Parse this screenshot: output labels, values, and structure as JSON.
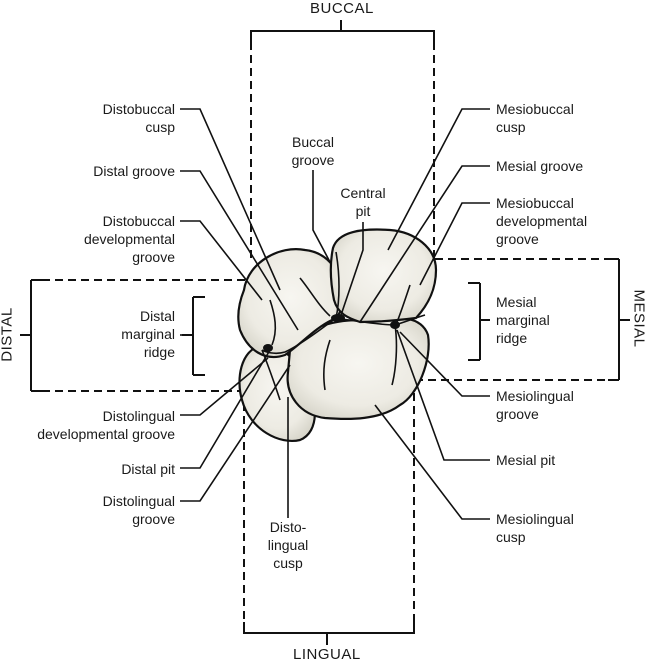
{
  "diagram": {
    "title": "Occlusal view of maxillary molar — anatomical landmarks",
    "directions": {
      "top": "BUCCAL",
      "bottom": "LINGUAL",
      "left": "DISTAL",
      "right": "MESIAL"
    },
    "labels_left": [
      {
        "id": "distobuccal-cusp",
        "text": "Distobuccal\ncusp"
      },
      {
        "id": "distal-groove",
        "text": "Distal groove"
      },
      {
        "id": "distobuccal-developmental-groove",
        "text": "Distobuccal\ndevelopmental\ngroove"
      },
      {
        "id": "distal-marginal-ridge",
        "text": "Distal\nmarginal\nridge"
      },
      {
        "id": "distolingual-developmental-groove",
        "text": "Distolingual\ndevelopmental groove"
      },
      {
        "id": "distal-pit",
        "text": "Distal pit"
      },
      {
        "id": "distolingual-groove",
        "text": "Distolingual\ngroove"
      }
    ],
    "labels_center": [
      {
        "id": "buccal-groove",
        "text": "Buccal\ngroove"
      },
      {
        "id": "central-pit",
        "text": "Central\npit"
      },
      {
        "id": "distolingual-cusp",
        "text": "Disto-\nlingual\ncusp"
      }
    ],
    "labels_right": [
      {
        "id": "mesiobuccal-cusp",
        "text": "Mesiobuccal\ncusp"
      },
      {
        "id": "mesial-groove",
        "text": "Mesial groove"
      },
      {
        "id": "mesiobuccal-developmental-groove",
        "text": "Mesiobuccal\ndevelopmental\ngroove"
      },
      {
        "id": "mesial-marginal-ridge",
        "text": "Mesial\nmarginal\nridge"
      },
      {
        "id": "mesiolingual-groove",
        "text": "Mesiolingual\ngroove"
      },
      {
        "id": "mesial-pit",
        "text": "Mesial pit"
      },
      {
        "id": "mesiolingual-cusp",
        "text": "Mesiolingual\ncusp"
      }
    ],
    "colors": {
      "line": "#111111",
      "tooth_fill": "#eeede6",
      "tooth_shade": "#d9d7cc"
    }
  }
}
